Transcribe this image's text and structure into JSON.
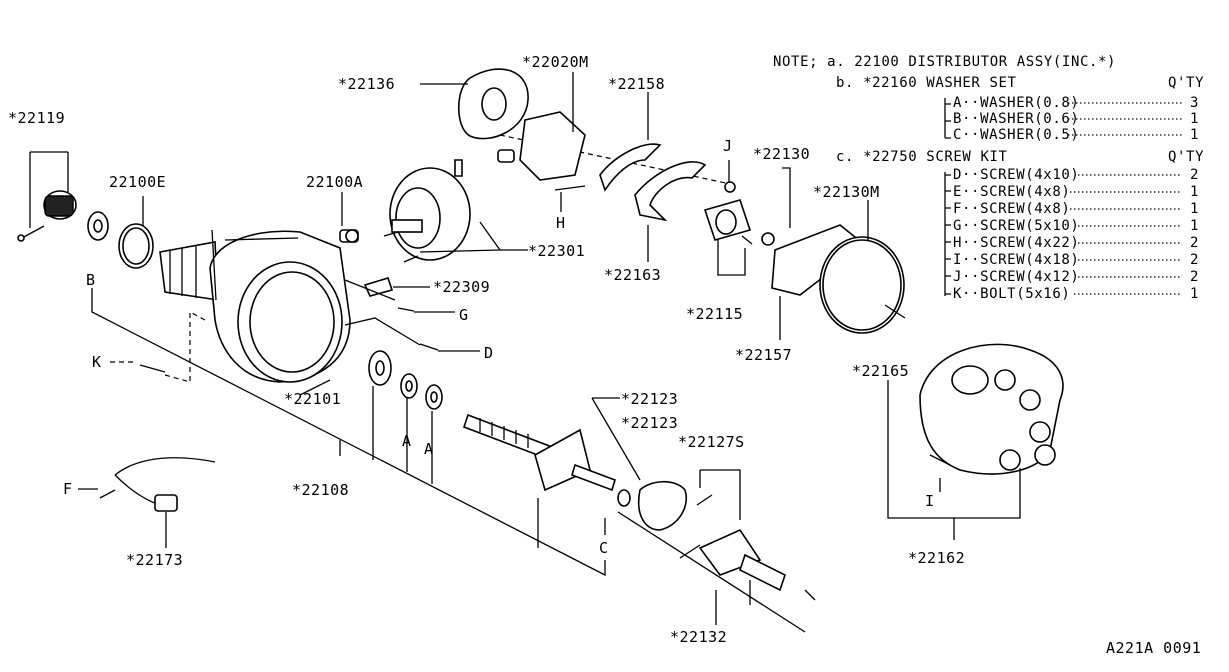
{
  "note": {
    "lines": [
      {
        "text": "NOTE; a. 22100 DISTRIBUTOR ASSY(INC.*)"
      },
      {
        "text": "b. *22160 WASHER SET"
      },
      {
        "text": "A··WASHER(0.8)"
      },
      {
        "text": "B··WASHER(0.6)"
      },
      {
        "text": "C··WASHER(0.5)"
      },
      {
        "text": "c. *22750 SCREW KIT"
      },
      {
        "text": "D··SCREW(4x10)"
      },
      {
        "text": "E··SCREW(4x8)"
      },
      {
        "text": "F··SCREW(4x8)"
      },
      {
        "text": "G··SCREW(5x10)"
      },
      {
        "text": "H··SCREW(4x22)"
      },
      {
        "text": "I··SCREW(4x18)"
      },
      {
        "text": "J··SCREW(4x12)"
      },
      {
        "text": "K··BOLT(5x16)"
      }
    ],
    "qty_header_1": "Q'TY",
    "qty_header_2": "Q'TY",
    "quantities": [
      "3",
      "1",
      "1",
      "2",
      "1",
      "1",
      "1",
      "2",
      "2",
      "2",
      "1"
    ]
  },
  "labels": {
    "p22136": "*22136",
    "p22020M": "*22020M",
    "p22158": "*22158",
    "p22119": "*22119",
    "p22100E": "22100E",
    "p22100A": "22100A",
    "p22301": "*22301",
    "p22163": "*22163",
    "p22130": "*22130",
    "p22130M": "*22130M",
    "p22309": "*22309",
    "p22115": "*22115",
    "p22157": "*22157",
    "p22101": "*22101",
    "p22123a": "*22123",
    "p22123b": "*22123",
    "p22127S": "*22127S",
    "p22165": "*22165",
    "p22108": "*22108",
    "p22173": "*22173",
    "p22132": "*22132",
    "p22162": "*22162",
    "lB": "B",
    "lK": "K",
    "lF": "F",
    "lG": "G",
    "lD": "D",
    "lH": "H",
    "lJ": "J",
    "lA1": "A",
    "lA2": "A",
    "lC": "C",
    "lI": "I"
  },
  "footer": {
    "code": "A221A 0091"
  }
}
